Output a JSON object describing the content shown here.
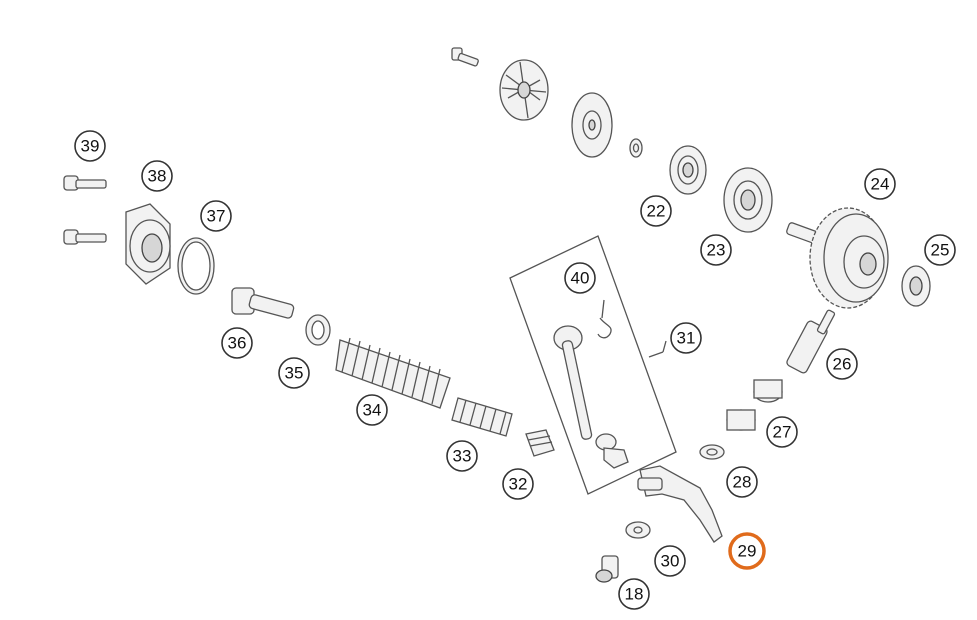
{
  "diagram": {
    "highlight_color": "#e06b1c",
    "highlighted_part": "29",
    "callouts": [
      {
        "id": "p39",
        "label": "39",
        "highlight": false
      },
      {
        "id": "p38",
        "label": "38",
        "highlight": false
      },
      {
        "id": "p37",
        "label": "37",
        "highlight": false
      },
      {
        "id": "p36",
        "label": "36",
        "highlight": false
      },
      {
        "id": "p35",
        "label": "35",
        "highlight": false
      },
      {
        "id": "p34",
        "label": "34",
        "highlight": false
      },
      {
        "id": "p33",
        "label": "33",
        "highlight": false
      },
      {
        "id": "p32",
        "label": "32",
        "highlight": false
      },
      {
        "id": "p40",
        "label": "40",
        "highlight": false
      },
      {
        "id": "p31",
        "label": "31",
        "highlight": false
      },
      {
        "id": "p22",
        "label": "22",
        "highlight": false
      },
      {
        "id": "p23",
        "label": "23",
        "highlight": false
      },
      {
        "id": "p24",
        "label": "24",
        "highlight": false
      },
      {
        "id": "p25",
        "label": "25",
        "highlight": false
      },
      {
        "id": "p26",
        "label": "26",
        "highlight": false
      },
      {
        "id": "p27",
        "label": "27",
        "highlight": false
      },
      {
        "id": "p28",
        "label": "28",
        "highlight": false
      },
      {
        "id": "p29",
        "label": "29",
        "highlight": true
      },
      {
        "id": "p30",
        "label": "30",
        "highlight": false
      },
      {
        "id": "p18",
        "label": "18",
        "highlight": false
      }
    ]
  }
}
